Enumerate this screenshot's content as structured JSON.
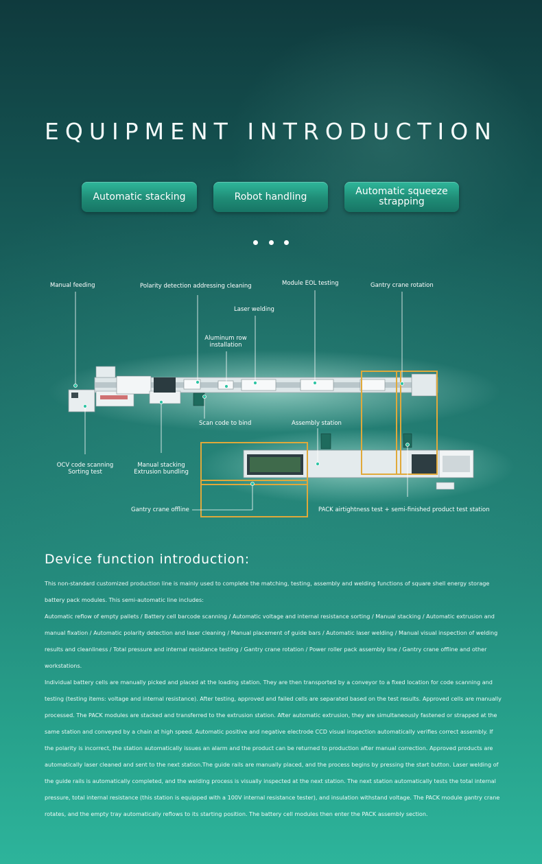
{
  "title": "EQUIPMENT INTRODUCTION",
  "tabs": [
    {
      "label": "Automatic stacking"
    },
    {
      "label": "Robot handling"
    },
    {
      "label": "Automatic squeeze strapping"
    }
  ],
  "carousel": {
    "dots": 3
  },
  "diagram": {
    "labels": {
      "manual_feeding": "Manual feeding",
      "polarity_detection": "Polarity detection addressing cleaning",
      "module_eol": "Module EOL testing",
      "gantry_rotation": "Gantry crane rotation",
      "laser_welding": "Laser welding",
      "aluminum_row": "Aluminum row installation",
      "scan_code": "Scan code to bind",
      "assembly_station": "Assembly station",
      "ocv_scanning": "OCV code scanning",
      "sorting_test": "Sorting test",
      "manual_stacking": "Manual stacking",
      "extrusion_bundling": "Extrusion bundling",
      "gantry_offline": "Gantry crane offline",
      "pack_airtightness": "PACK airtightness test + semi-finished product test station"
    }
  },
  "section": {
    "heading": "Device function introduction:",
    "paragraphs": [
      "This non-standard customized production line is mainly used to complete the matching, testing, assembly and welding functions of square shell energy storage battery pack modules. This semi-automatic line includes:",
      "Automatic reflow of empty pallets / Battery cell barcode scanning / Automatic voltage and internal resistance sorting / Manual stacking / Automatic extrusion and manual fixation / Automatic polarity detection and laser cleaning / Manual placement of guide bars / Automatic laser welding / Manual visual inspection of welding results and cleanliness / Total pressure and internal resistance testing / Gantry crane rotation / Power roller pack assembly line / Gantry crane offline and other workstations.",
      "Individual battery cells are manually picked and placed at the loading station. They are then transported by a conveyor to a fixed location for code scanning and testing (testing items: voltage and internal resistance). After testing, approved and failed cells are separated based on the test results. Approved cells are manually processed. The PACK modules are stacked and transferred to the extrusion station. After automatic extrusion, they are simultaneously fastened or strapped at the same station and conveyed by a chain at high speed. Automatic positive and negative electrode CCD visual inspection automatically verifies correct assembly. If the polarity is incorrect, the station automatically issues an alarm and the product can be returned to production after manual correction. Approved products are automatically laser cleaned and sent to the next station.The guide rails are manually placed, and the process begins by pressing the start button. Laser welding of the guide rails is automatically completed, and the welding process is visually inspected at the next station. The next station automatically tests the total internal pressure, total internal resistance (this station is equipped with a 100V internal resistance tester), and insulation withstand voltage. The PACK module gantry crane rotates, and the empty tray automatically reflows to its starting position. The battery cell modules then enter the PACK assembly section."
    ]
  },
  "colors": {
    "accent": "#27a28c",
    "gantry": "#e0a93a",
    "equipment": "#e8eef0"
  }
}
